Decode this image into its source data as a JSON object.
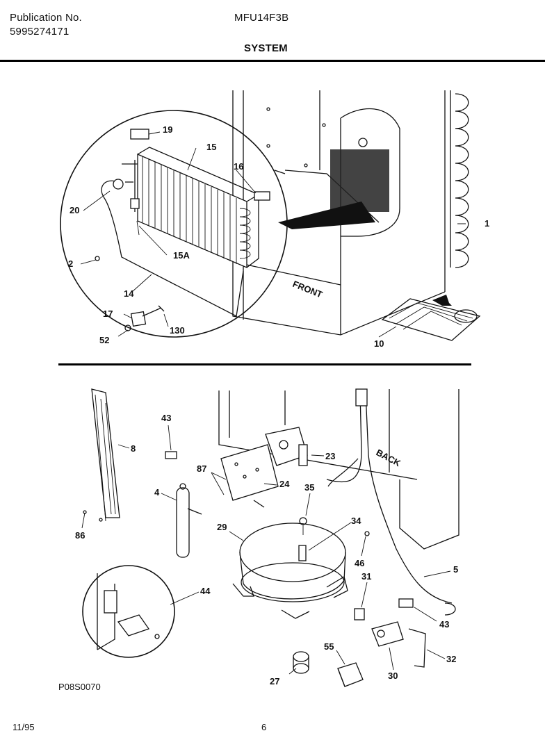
{
  "header": {
    "publication_label": "Publication No.",
    "publication_number": "5995274171",
    "model": "MFU14F3B",
    "section_title": "SYSTEM"
  },
  "top_diagram": {
    "labels": {
      "p1": "1",
      "p2": "2",
      "p10": "10",
      "p14": "14",
      "p15": "15",
      "p15a": "15A",
      "p16": "16",
      "p17": "17",
      "p19": "19",
      "p20": "20",
      "p52": "52",
      "p130": "130",
      "front": "FRONT"
    }
  },
  "bottom_diagram": {
    "labels": {
      "p4": "4",
      "p5": "5",
      "p8": "8",
      "p23": "23",
      "p24": "24",
      "p27": "27",
      "p29": "29",
      "p30": "30",
      "p31": "31",
      "p32": "32",
      "p34": "34",
      "p35": "35",
      "p43a": "43",
      "p43b": "43",
      "p44": "44",
      "p46": "46",
      "p55": "55",
      "p86": "86",
      "p87": "87",
      "back": "BACK"
    },
    "drawing_code": "P08S0070"
  },
  "footer": {
    "date": "11/95",
    "page": "6"
  }
}
